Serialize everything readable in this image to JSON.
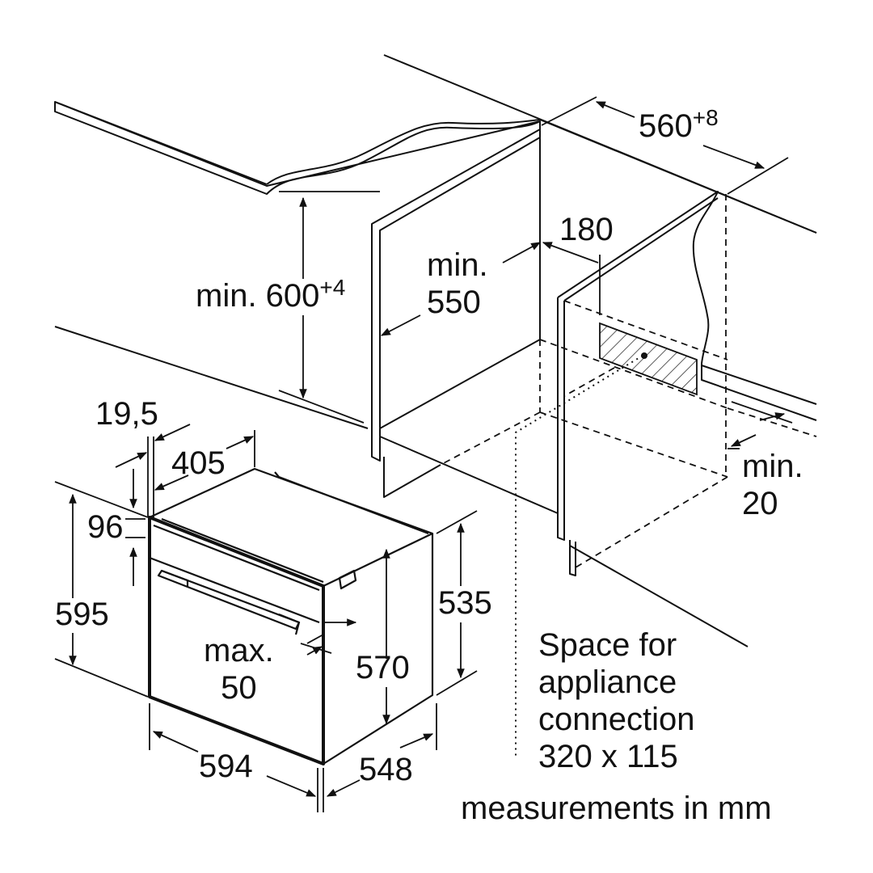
{
  "colors": {
    "line": "#111111",
    "background": "#ffffff",
    "hatch": "#222222"
  },
  "dimensions": {
    "width_560": {
      "value": "560",
      "sup": "+8"
    },
    "height_600": {
      "prefix": "min. 600",
      "sup": "+4"
    },
    "min_550": {
      "line1": "min.",
      "line2": "550"
    },
    "d180": "180",
    "min_20": {
      "line1": "min.",
      "line2": "20"
    },
    "d19_5": "19,5",
    "d405": "405",
    "d96": "96",
    "d595": "595",
    "max_50": {
      "line1": "max.",
      "line2": "50"
    },
    "d570": "570",
    "d535": "535",
    "d594": "594",
    "d548": "548"
  },
  "notes": {
    "connection": [
      "Space for",
      "appliance",
      "connection",
      "320 x 115"
    ],
    "units": "measurements in mm"
  }
}
